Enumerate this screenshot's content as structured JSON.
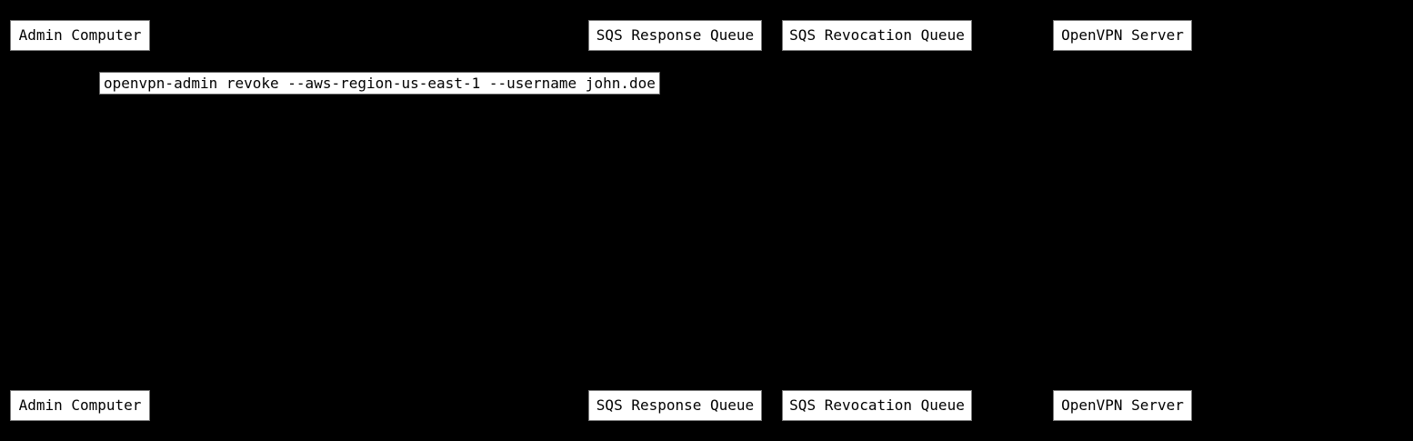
{
  "diagram": {
    "type": "sequence-diagram",
    "background_color": "#000000",
    "box_fill_color": "#ffffff",
    "box_text_color": "#000000",
    "participants": [
      {
        "label": "Admin Computer"
      },
      {
        "label": "SQS Response Queue"
      },
      {
        "label": "SQS Revocation Queue"
      },
      {
        "label": "OpenVPN Server"
      }
    ],
    "messages": [
      {
        "label": "openvpn-admin revoke --aws-region-us-east-1 --username john.doe"
      }
    ]
  }
}
